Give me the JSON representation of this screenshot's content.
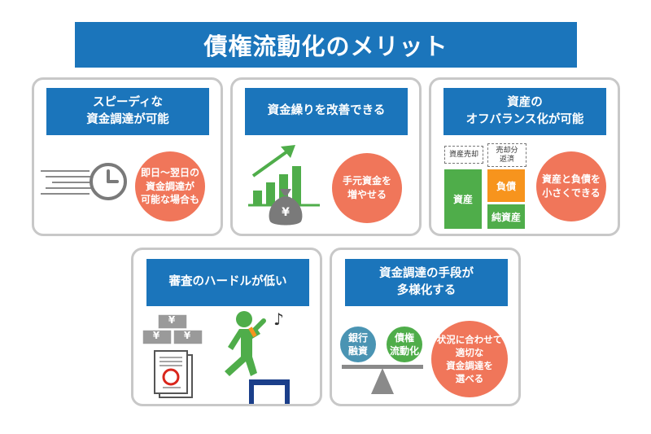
{
  "title": "債権流動化のメリット",
  "cards": {
    "speedy": {
      "heading": [
        "スピーディな",
        "資金調達が可能"
      ],
      "circle": [
        "即日～翌日の",
        "資金調達が",
        "可能な場合も"
      ]
    },
    "cash": {
      "heading": "資金繰りを改善できる",
      "yen_symbol": "¥",
      "circle": [
        "手元資金を",
        "増やせる"
      ]
    },
    "offbalance": {
      "heading": [
        "資産の",
        "オフバランス化が可能"
      ],
      "label_sale": "資産売却",
      "label_repay": [
        "売却分",
        "返済"
      ],
      "asset": "資産",
      "liability": "負債",
      "equity": "純資産",
      "circle": [
        "資産と負債を",
        "小さくできる"
      ]
    },
    "hurdle": {
      "heading": "審査のハードルが低い",
      "yen_symbol": "¥",
      "music_note": "♪"
    },
    "diversify": {
      "heading": [
        "資金調達の手段が",
        "多様化する"
      ],
      "bank": [
        "銀行",
        "融資"
      ],
      "factoring": [
        "債権",
        "流動化"
      ],
      "circle": [
        "状況に合わせて",
        "適切な",
        "資金調達を",
        "選べる"
      ]
    }
  },
  "colors": {
    "blue": "#1b75bb",
    "coral": "#f0765a",
    "green": "#4fad4a",
    "orange": "#f7941d",
    "teal": "#4a94b3",
    "gray": "#7a7a7a"
  }
}
